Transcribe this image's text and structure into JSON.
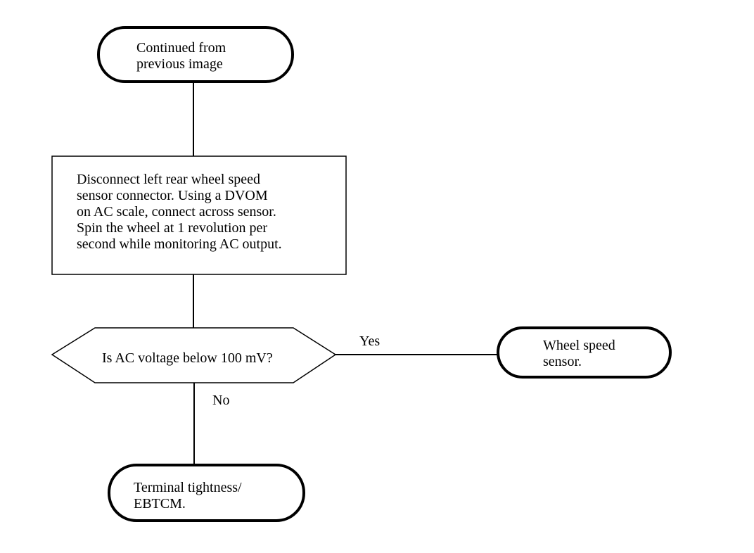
{
  "flowchart": {
    "start_terminal": {
      "text": "Continued from\nprevious image"
    },
    "process_step": {
      "text": "Disconnect left rear wheel speed\nsensor connector. Using a DVOM\non AC scale, connect across sensor.\nSpin the wheel at 1 revolution per\nsecond while monitoring AC output."
    },
    "decision": {
      "text": "Is AC voltage below 100 mV?"
    },
    "yes_label": "Yes",
    "no_label": "No",
    "yes_terminal": {
      "text": "Wheel speed\nsensor."
    },
    "no_terminal": {
      "text": "Terminal tightness/\nEBTCM."
    }
  },
  "colors": {
    "stroke": "#000000",
    "background": "#ffffff"
  }
}
